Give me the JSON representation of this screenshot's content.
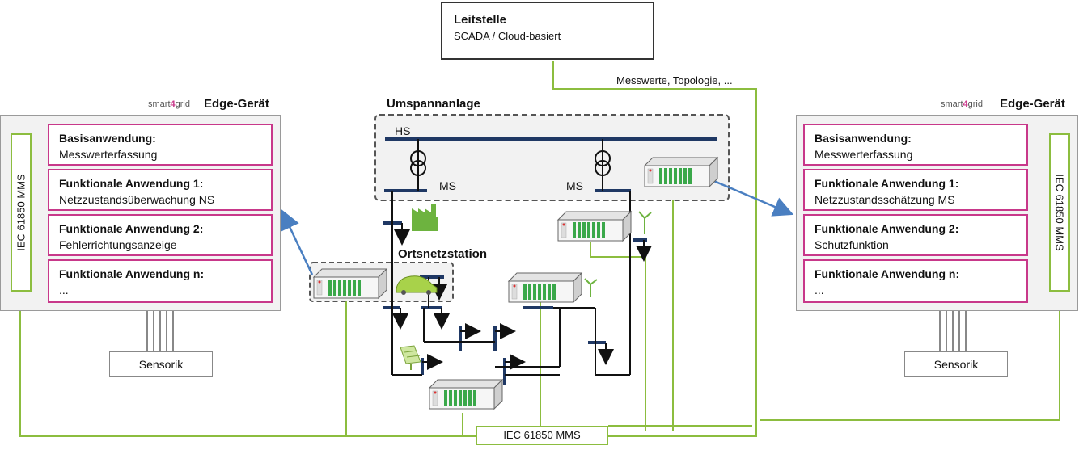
{
  "control_center": {
    "title": "Leitstelle",
    "subtitle": "SCADA / Cloud-basiert",
    "link_label": "Messwerte, Topologie, ..."
  },
  "edge_left": {
    "brand_prefix": "smart",
    "brand_four": "4",
    "brand_suffix": "grid",
    "title": "Edge-Gerät",
    "protocol": "IEC 61850 MMS",
    "apps": [
      {
        "title": "Basisanwendung:",
        "subtitle": "Messwerterfassung"
      },
      {
        "title": "Funktionale Anwendung 1:",
        "subtitle": "Netzzustandsüberwachung NS"
      },
      {
        "title": "Funktionale Anwendung 2:",
        "subtitle": "Fehlerrichtungsanzeige"
      },
      {
        "title": "Funktionale Anwendung n:",
        "subtitle": "..."
      }
    ],
    "sensor": "Sensorik"
  },
  "edge_right": {
    "brand_prefix": "smart",
    "brand_four": "4",
    "brand_suffix": "grid",
    "title": "Edge-Gerät",
    "protocol": "IEC 61850 MMS",
    "apps": [
      {
        "title": "Basisanwendung:",
        "subtitle": "Messwerterfassung"
      },
      {
        "title": "Funktionale Anwendung 1:",
        "subtitle": "Netzzustandsschätzung MS"
      },
      {
        "title": "Funktionale Anwendung 2:",
        "subtitle": "Schutzfunktion"
      },
      {
        "title": "Funktionale Anwendung n:",
        "subtitle": "..."
      }
    ],
    "sensor": "Sensorik"
  },
  "substation": {
    "title": "Umspannanlage",
    "hs_label": "HS",
    "ms_label_left": "MS",
    "ms_label_right": "MS"
  },
  "local_station": {
    "title": "Ortsnetzstation"
  },
  "bus": {
    "label": "IEC 61850 MMS"
  },
  "colors": {
    "green": "#8cbd3f",
    "magenta": "#c8388a",
    "navy": "#1f3864",
    "arrow_blue": "#4a7fc1"
  }
}
